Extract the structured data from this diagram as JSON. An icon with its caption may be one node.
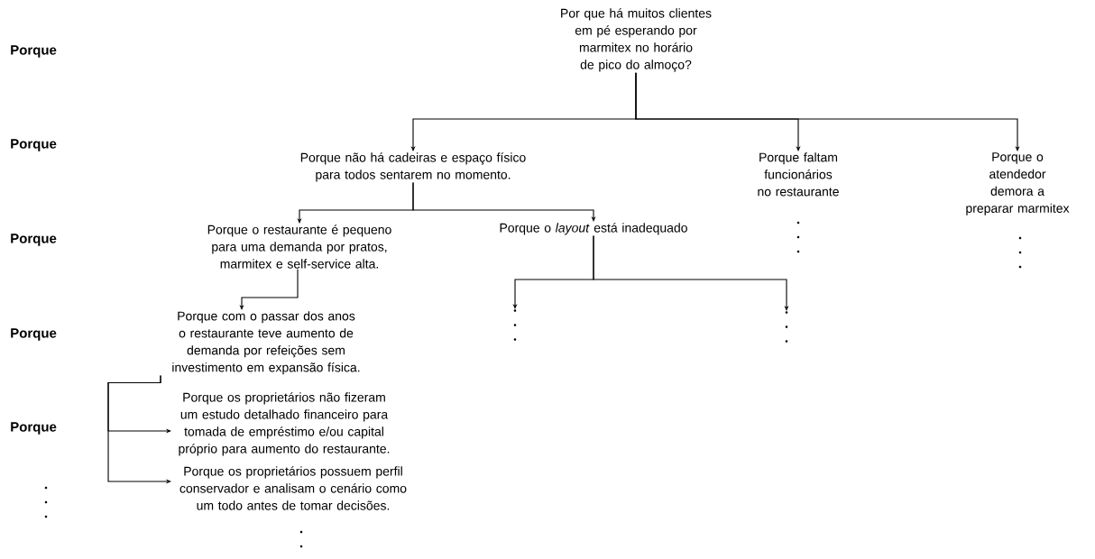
{
  "diagram": {
    "nodes": [
      {
        "text": [
          "Por que há muitos clientes em pé esperando por marmitex no horário de pico do almoço?"
        ]
      },
      {
        "text": [
          "Porque não há cadeiras e espaço físico para todos sentarem no momento."
        ]
      },
      {
        "text": [
          "Porque faltam funcionários no restaurante"
        ]
      },
      {
        "text": [
          "Porque o atendedor demora a preparar marmitex"
        ]
      },
      {
        "text": [
          "Porque o restaurante é pequeno para uma demanda por pratos, marmitex e self-service alta."
        ]
      },
      {
        "text": [
          "Porque o *layout* está inadequado"
        ]
      },
      {
        "text": [
          "Porque com o passar dos anos o restaurante teve aumento de demanda por refeições sem investimento em expansão física."
        ]
      },
      {
        "text": [
          "Porque os proprietários não fizeram um estudo detalhado financeiro para tomada de empréstimo e/ou capital próprio para aumento do restaurante."
        ]
      },
      {
        "text": [
          "Porque os proprietários possuem perfil conservador e analisam o cenário como um todo antes de tomar decisões."
        ]
      },
      {
        "text": [],
        "shape": "dots"
      },
      {
        "text": [],
        "shape": "dots"
      }
    ],
    "edges": [
      {
        "from": 0,
        "to": 1,
        "arrow": "to"
      },
      {
        "from": 0,
        "to": 2,
        "arrow": "to"
      },
      {
        "from": 0,
        "to": 3,
        "arrow": "to"
      },
      {
        "from": 1,
        "to": 4,
        "arrow": "to"
      },
      {
        "from": 1,
        "to": 5,
        "arrow": "to"
      },
      {
        "from": 4,
        "to": 6,
        "arrow": "to"
      },
      {
        "from": 6,
        "to": 7,
        "arrow": "to"
      },
      {
        "from": 6,
        "to": 8,
        "arrow": "to"
      },
      {
        "from": 5,
        "to": 9,
        "arrow": "to"
      },
      {
        "from": 5,
        "to": 10,
        "arrow": "to"
      }
    ],
    "labels": [
      "Porque",
      "Porque",
      "Porque",
      "Porque",
      "Porque"
    ]
  }
}
